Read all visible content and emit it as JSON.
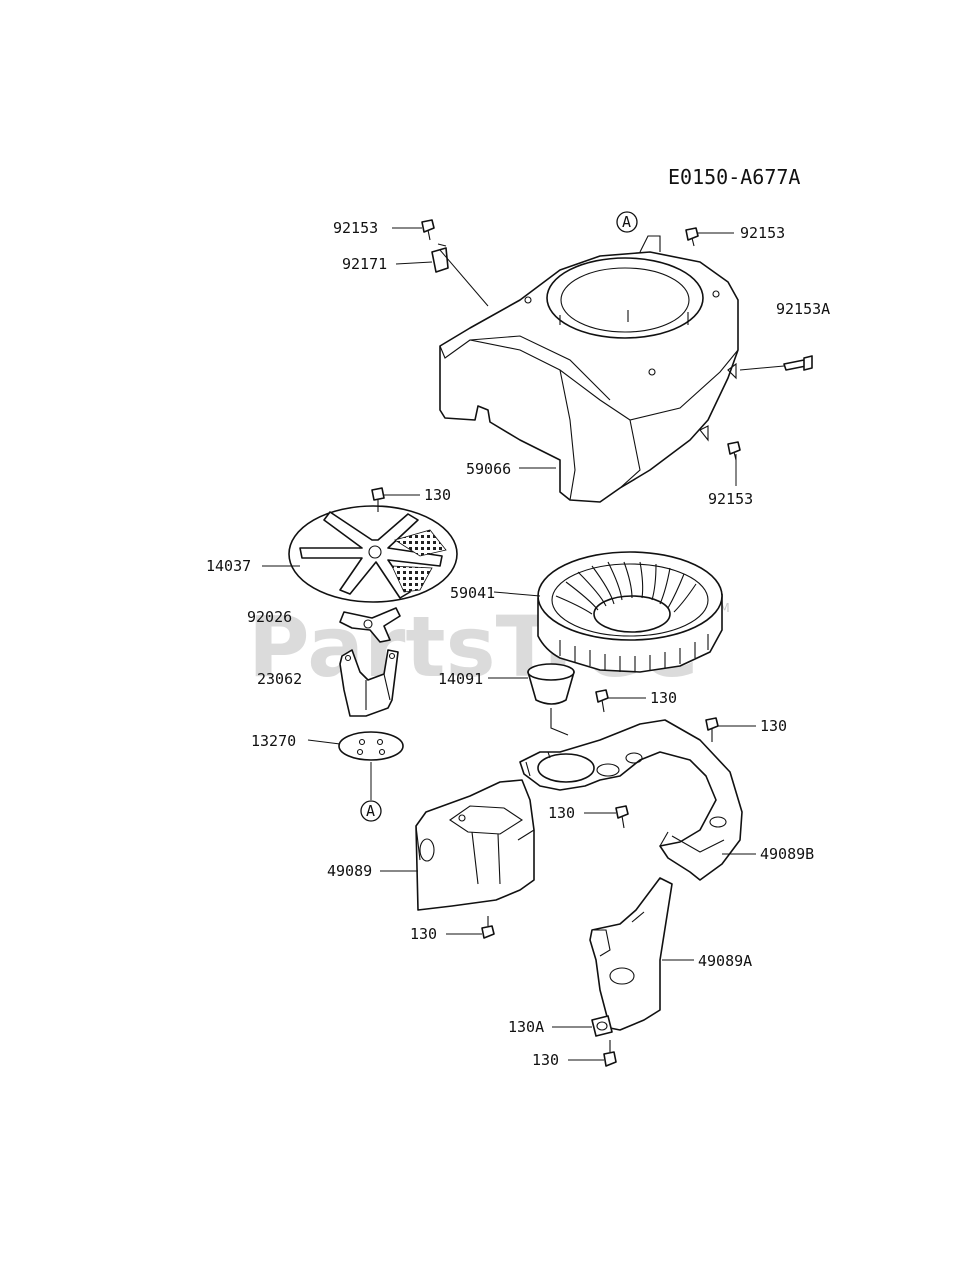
{
  "diagram_code": "E0150-A677A",
  "watermark": {
    "text": "PartsTree",
    "trademark": "TM"
  },
  "ref_markers": {
    "top": "A",
    "bottom": "A"
  },
  "labels": {
    "p92153_tl": "92153",
    "p92171": "92171",
    "p92153_tr": "92153",
    "p92153A": "92153A",
    "p59066": "59066",
    "p92153_br": "92153",
    "p130_a": "130",
    "p14037": "14037",
    "p59041": "59041",
    "p92026": "92026",
    "p23062": "23062",
    "p14091": "14091",
    "p130_b": "130",
    "p130_c": "130",
    "p13270": "13270",
    "p130_d": "130",
    "p49089B": "49089B",
    "p49089": "49089",
    "p130_e": "130",
    "p49089A": "49089A",
    "p130A": "130A",
    "p130_f": "130"
  },
  "colors": {
    "line": "#111111",
    "watermark": "#c9c9c9",
    "background": "#ffffff"
  }
}
